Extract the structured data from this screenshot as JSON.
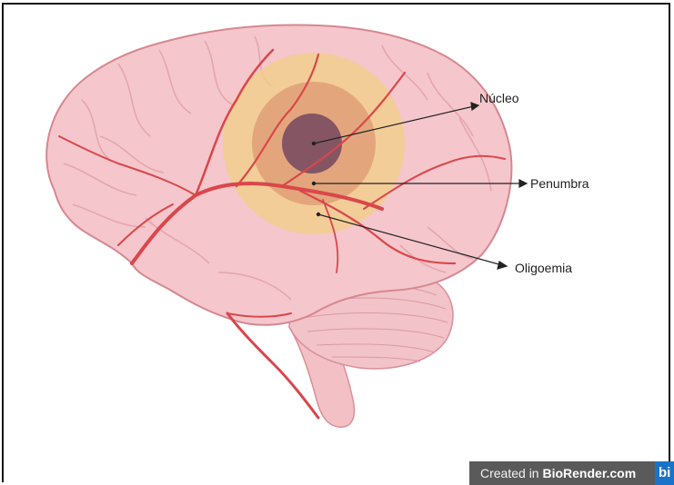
{
  "labels": {
    "core": "Núcleo",
    "penumbra": "Penumbra",
    "oligemia": "Oligoemia"
  },
  "watermark": {
    "prefix": "Created in ",
    "brand": "BioRender.com",
    "logo_text": "bi"
  },
  "colors": {
    "brain_fill": "#f5c6cc",
    "vessel": "#d9474b",
    "core": "#7a4d62",
    "penumbra": "#d98c6a",
    "oligemia": "#f2cf86"
  }
}
